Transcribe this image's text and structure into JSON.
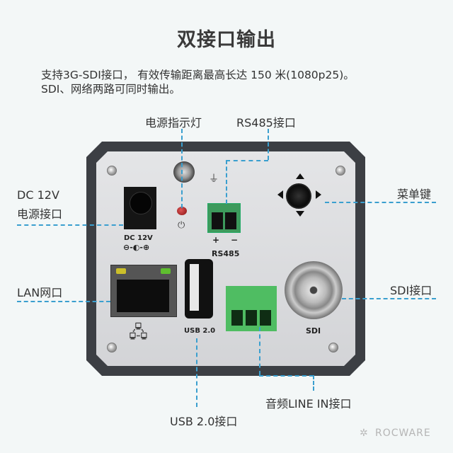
{
  "title": "双接口输出",
  "description": {
    "line1": "支持3G-SDI接口， 有效传输距离最高长达 150 米(1080p25)。",
    "line2": "SDI、网络两路可同时输出。"
  },
  "callouts": {
    "power_led": "电源指示灯",
    "rs485": "RS485接口",
    "dc_line1": "DC 12V",
    "dc_line2": "电源接口",
    "menu": "菜单键",
    "lan": "LAN网口",
    "sdi": "SDI接口",
    "audio": "音频LINE IN接口",
    "usb": "USB 2.0接口"
  },
  "panel_labels": {
    "dc": "DC 12V",
    "dc_polarity": "⊖-◐-⊕",
    "rs485_plus": "+",
    "rs485_minus": "−",
    "rs485": "RS485",
    "usb": "USB 2.0",
    "sdi": "SDI",
    "ground": "⏚",
    "power": "⏻",
    "network": "🖧"
  },
  "watermark": "ROCWARE",
  "colors": {
    "background": "#f3f7f7",
    "leader_line": "#3a9fcf",
    "frame": "#3c3f44"
  }
}
